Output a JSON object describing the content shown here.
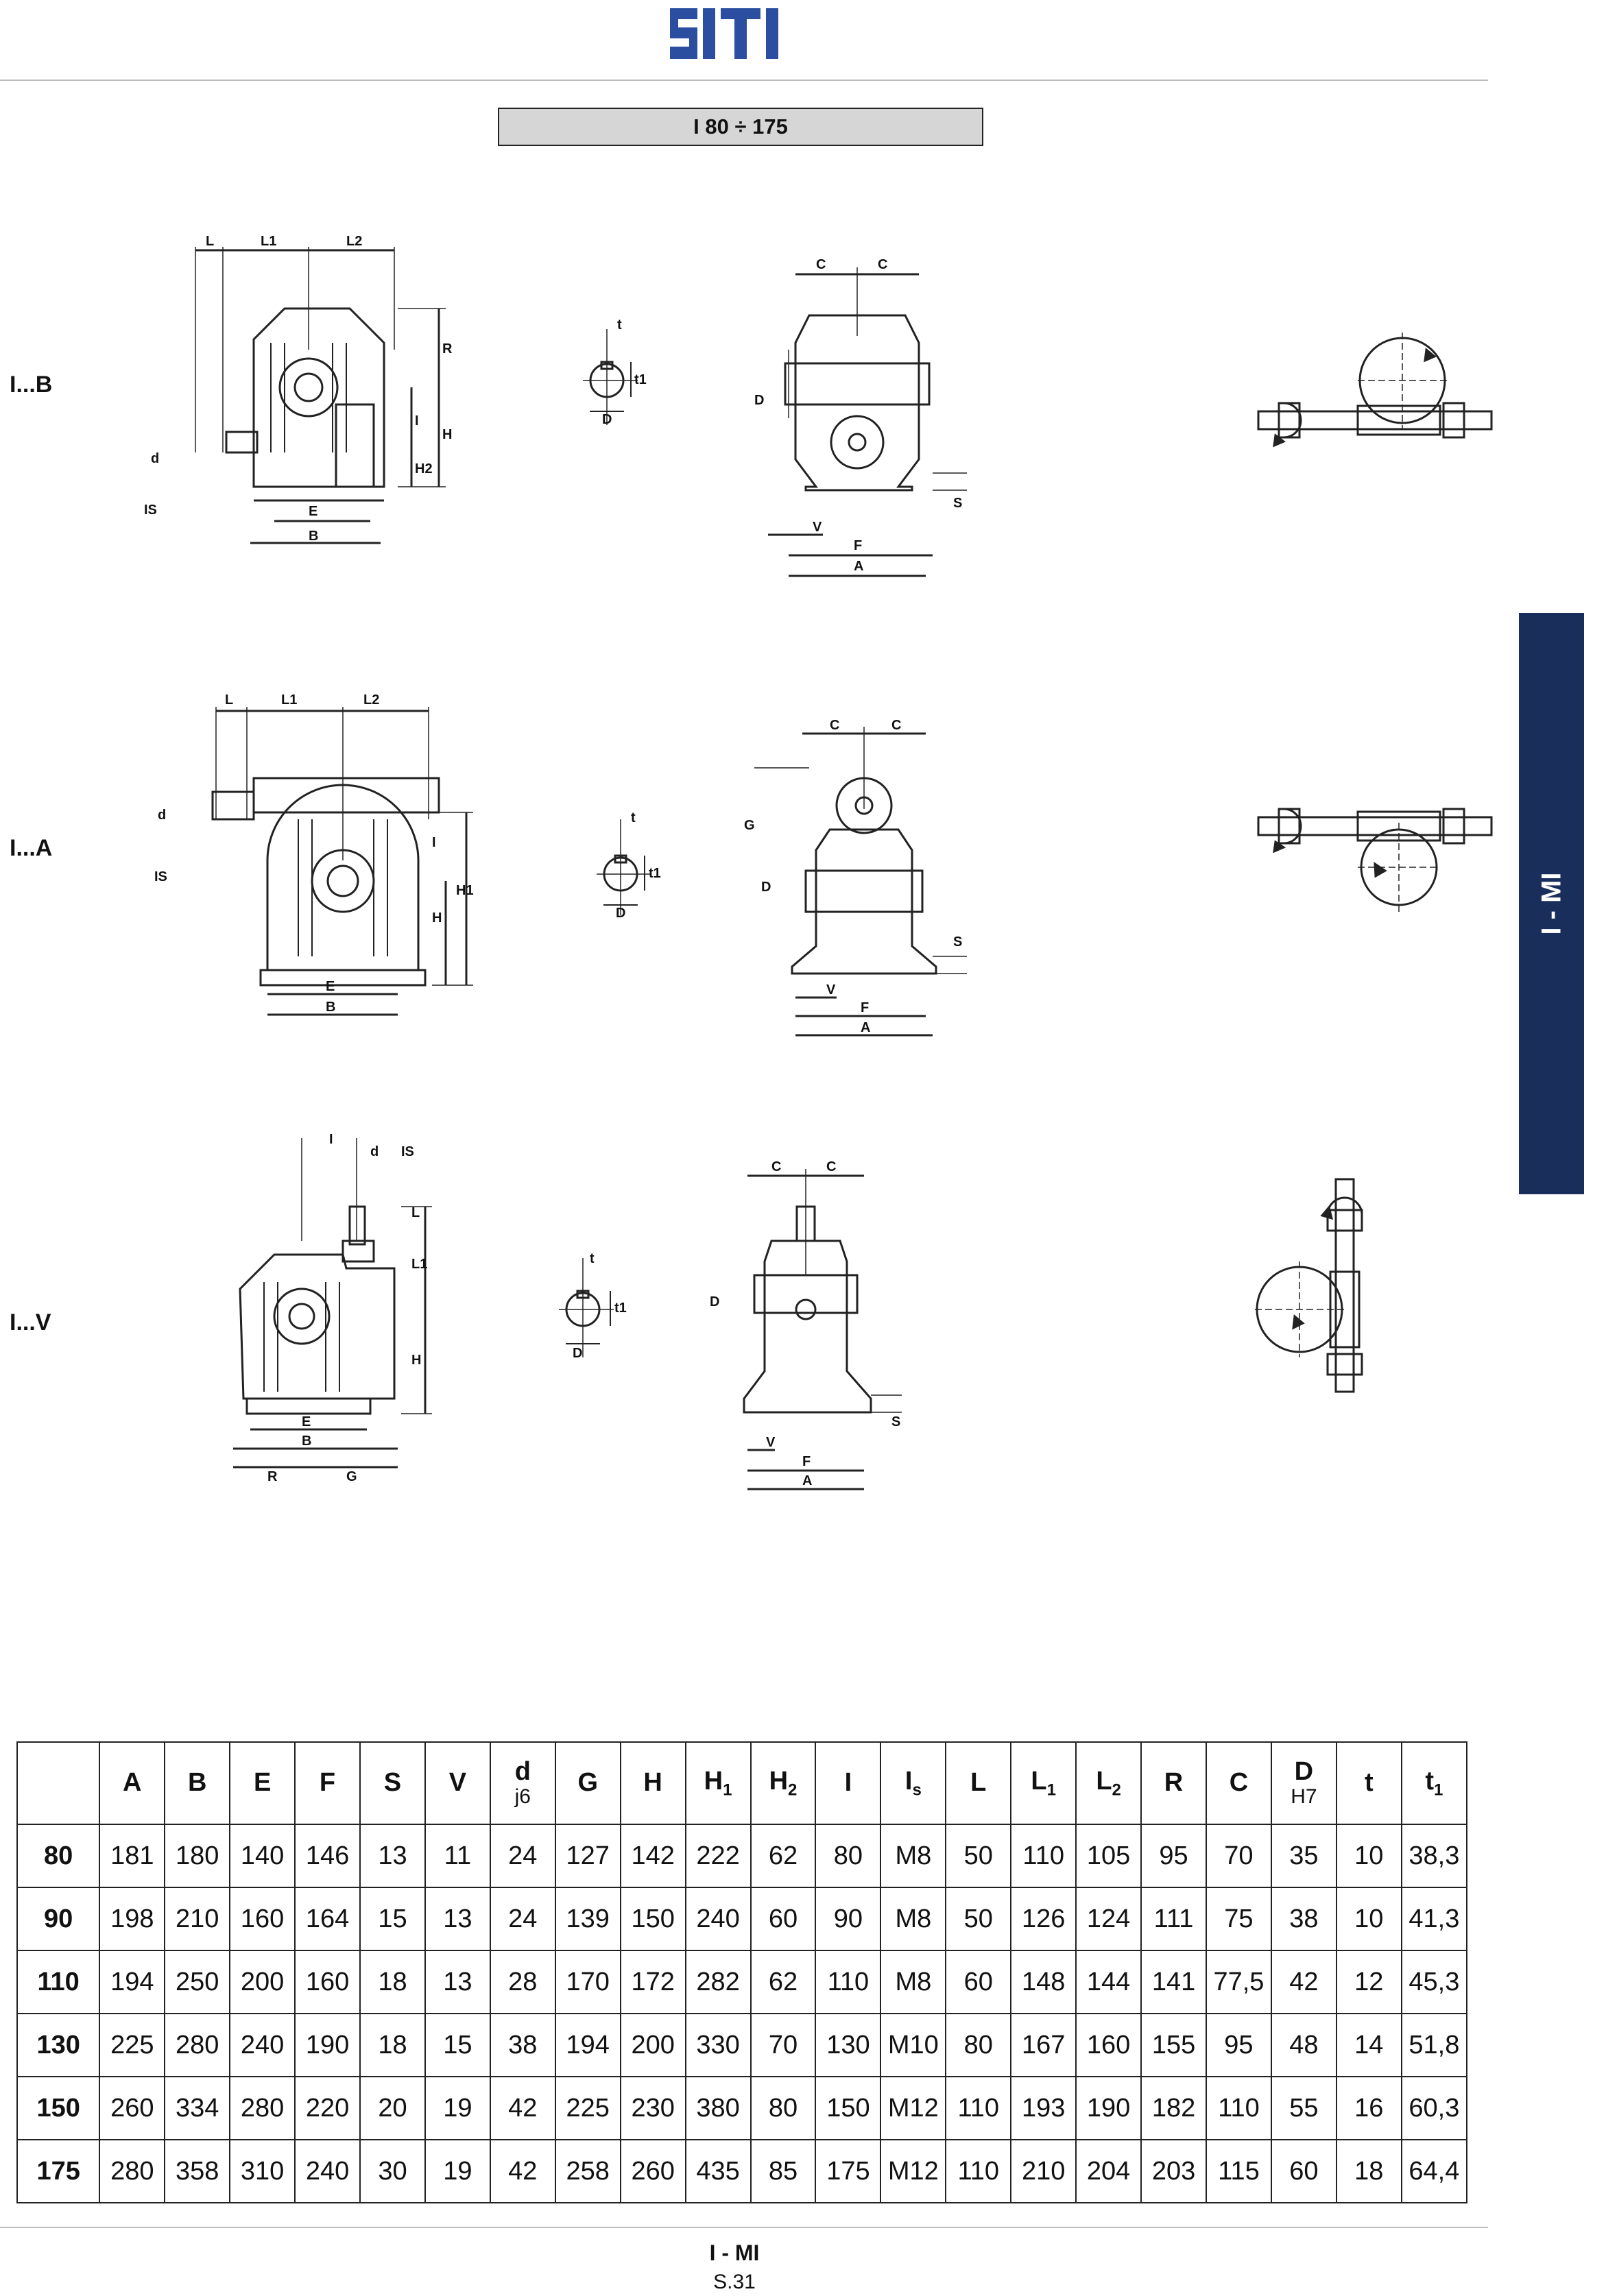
{
  "header": {
    "logo_text": "SITI",
    "title": "I 80 ÷ 175"
  },
  "side_tab": {
    "label": "I - MI",
    "color": "#1a2e5c"
  },
  "views": [
    {
      "label": "I...B"
    },
    {
      "label": "I...A"
    },
    {
      "label": "I...V"
    }
  ],
  "table": {
    "headers": [
      {
        "main": ""
      },
      {
        "main": "A"
      },
      {
        "main": "B"
      },
      {
        "main": "E"
      },
      {
        "main": "F"
      },
      {
        "main": "S"
      },
      {
        "main": "V"
      },
      {
        "main": "d",
        "sub": "j6"
      },
      {
        "main": "G"
      },
      {
        "main": "H"
      },
      {
        "main": "H",
        "idx": "1"
      },
      {
        "main": "H",
        "idx": "2"
      },
      {
        "main": "I"
      },
      {
        "main": "I",
        "idx": "s"
      },
      {
        "main": "L"
      },
      {
        "main": "L",
        "idx": "1"
      },
      {
        "main": "L",
        "idx": "2"
      },
      {
        "main": "R"
      },
      {
        "main": "C"
      },
      {
        "main": "D",
        "sub": "H7"
      },
      {
        "main": "t"
      },
      {
        "main": "t",
        "idx": "1"
      }
    ],
    "rows": [
      [
        "80",
        "181",
        "180",
        "140",
        "146",
        "13",
        "11",
        "24",
        "127",
        "142",
        "222",
        "62",
        "80",
        "M8",
        "50",
        "110",
        "105",
        "95",
        "70",
        "35",
        "10",
        "38,3"
      ],
      [
        "90",
        "198",
        "210",
        "160",
        "164",
        "15",
        "13",
        "24",
        "139",
        "150",
        "240",
        "60",
        "90",
        "M8",
        "50",
        "126",
        "124",
        "111",
        "75",
        "38",
        "10",
        "41,3"
      ],
      [
        "110",
        "194",
        "250",
        "200",
        "160",
        "18",
        "13",
        "28",
        "170",
        "172",
        "282",
        "62",
        "110",
        "M8",
        "60",
        "148",
        "144",
        "141",
        "77,5",
        "42",
        "12",
        "45,3"
      ],
      [
        "130",
        "225",
        "280",
        "240",
        "190",
        "18",
        "15",
        "38",
        "194",
        "200",
        "330",
        "70",
        "130",
        "M10",
        "80",
        "167",
        "160",
        "155",
        "95",
        "48",
        "14",
        "51,8"
      ],
      [
        "150",
        "260",
        "334",
        "280",
        "220",
        "20",
        "19",
        "42",
        "225",
        "230",
        "380",
        "80",
        "150",
        "M12",
        "110",
        "193",
        "190",
        "182",
        "110",
        "55",
        "16",
        "60,3"
      ],
      [
        "175",
        "280",
        "358",
        "310",
        "240",
        "30",
        "19",
        "42",
        "258",
        "260",
        "435",
        "85",
        "175",
        "M12",
        "110",
        "210",
        "204",
        "203",
        "115",
        "60",
        "18",
        "64,4"
      ]
    ]
  },
  "footer": {
    "section": "I - MI",
    "page": "S.31"
  }
}
